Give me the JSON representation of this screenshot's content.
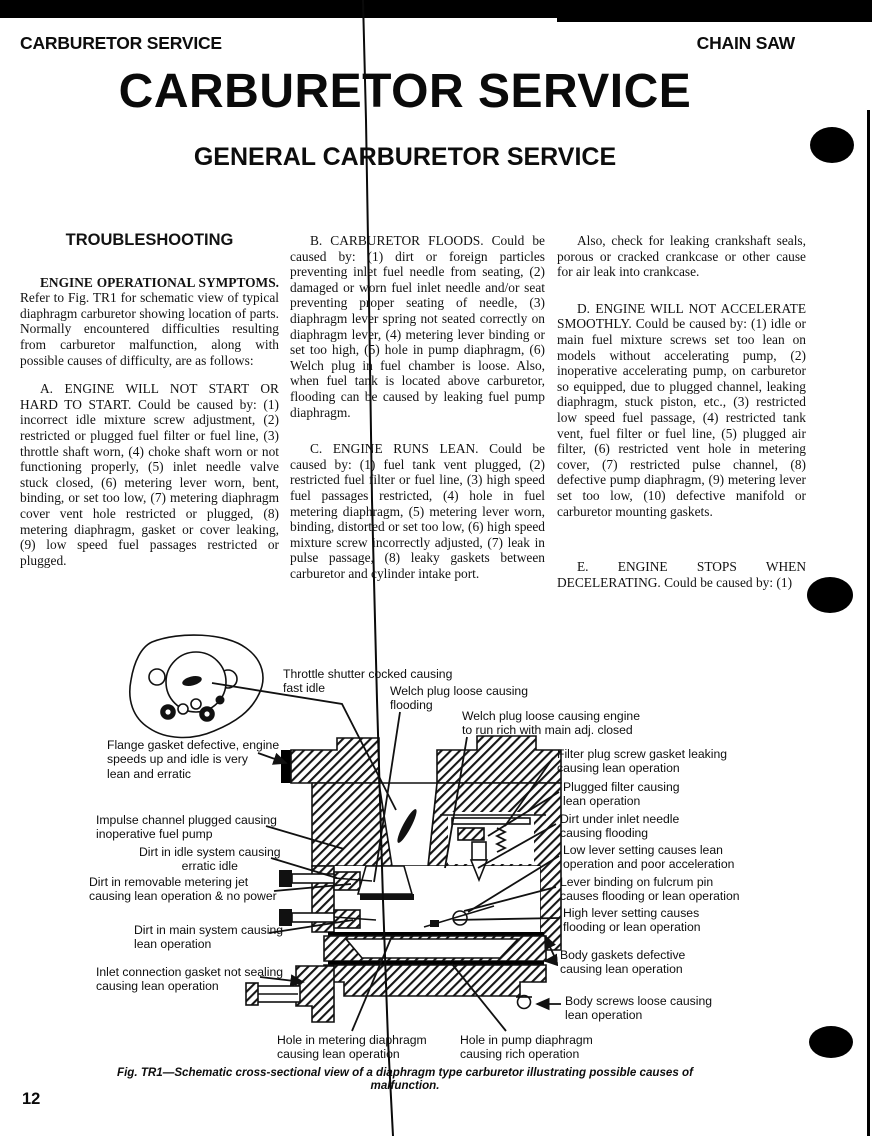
{
  "page": {
    "header_left": "CARBURETOR SERVICE",
    "header_right": "CHAIN SAW",
    "title": "CARBURETOR SERVICE",
    "subtitle": "GENERAL CARBURETOR SERVICE",
    "page_number": "12"
  },
  "troubleshooting": {
    "heading": "TROUBLESHOOTING",
    "intro_lead": "ENGINE OPERATIONAL SYMPTOMS.",
    "intro_rest": " Refer to Fig. TR1 for schematic view of typical diaphragm carburetor showing location of parts. Normally encountered difficulties resulting from carburetor malfunction, along with possible causes of difficulty, are as follows:",
    "section_a": "A. ENGINE WILL NOT START OR HARD TO START. Could be caused by: (1) incorrect idle mixture screw adjustment, (2) restricted or plugged fuel filter or fuel line, (3) throttle shaft worn, (4) choke shaft worn or not functioning properly, (5) inlet needle valve stuck closed, (6) metering lever worn, bent, binding, or set too low, (7) metering diaphragm cover vent hole restricted or plugged, (8) metering diaphragm, gasket or cover leaking, (9) low speed fuel passages restricted or plugged.",
    "section_b": "B. CARBURETOR FLOODS. Could be caused by: (1) dirt or foreign particles preventing inlet fuel needle from seating, (2) damaged or worn fuel inlet needle and/or seat preventing proper seating of needle, (3) diaphragm lever spring not seated correctly on diaphragm lever, (4) metering lever binding or set too high, (5) hole in pump diaphragm, (6) Welch plug in fuel chamber is loose. Also, when fuel tank is located above carburetor, flooding can be caused by leaking fuel pump diaphragm.",
    "section_c": "C. ENGINE RUNS LEAN. Could be caused by: (1) fuel tank vent plugged, (2) restricted fuel filter or fuel line, (3) high speed fuel passages restricted, (4) hole in fuel metering diaphragm, (5) metering lever worn, binding, distorted or set too low, (6) high speed mixture screw incorrectly adjusted, (7) leak in pulse passage, (8) leaky gaskets between carburetor and cylinder intake port.",
    "section_c_cont": "Also, check for leaking crankshaft seals, porous or cracked crankcase or other cause for air leak into crankcase.",
    "section_d": "D. ENGINE WILL NOT ACCELERATE SMOOTHLY. Could be caused by: (1) idle or main fuel mixture screws set too lean on models without accelerating pump, (2) inoperative accelerating pump, on carburetor so equipped, due to plugged channel, leaking diaphragm, stuck piston, etc., (3) restricted low speed fuel passage, (4) restricted tank vent, fuel filter or fuel line, (5) plugged air filter, (6) restricted vent hole in metering cover, (7) restricted pulse channel, (8) defective pump diaphragm, (9) metering lever set too low, (10) defective manifold or carburetor mounting gaskets.",
    "section_e": "E. ENGINE STOPS WHEN DECELERATING. Could be caused by: (1)"
  },
  "figure": {
    "caption": "Fig. TR1—Schematic cross-sectional view of a diaphragm type carburetor illustrating possible causes of malfunction.",
    "labels": [
      {
        "id": "throttle-shutter",
        "text": "Throttle shutter cocked causing\nfast idle"
      },
      {
        "id": "welch-plug-flooding",
        "text": "Welch plug loose causing\nflooding"
      },
      {
        "id": "welch-plug-rich",
        "text": "Welch plug loose causing engine\nto run rich with main adj. closed"
      },
      {
        "id": "flange-gasket",
        "text": "Flange gasket defective, engine\nspeeds up and idle is very\nlean and erratic"
      },
      {
        "id": "impulse-channel",
        "text": "Impulse channel plugged causing\ninoperative fuel pump"
      },
      {
        "id": "dirt-idle-system",
        "text": "Dirt in idle system causing\nerratic idle"
      },
      {
        "id": "dirt-metering-jet",
        "text": "Dirt in removable metering jet\ncausing lean operation & no power"
      },
      {
        "id": "dirt-main-system",
        "text": "Dirt in main system causing\nlean operation"
      },
      {
        "id": "inlet-connection-gasket",
        "text": "Inlet connection gasket not sealing\ncausing lean operation"
      },
      {
        "id": "filter-plug-screw",
        "text": "Filter plug screw gasket leaking\ncausing lean operation"
      },
      {
        "id": "plugged-filter",
        "text": "Plugged filter causing\nlean operation"
      },
      {
        "id": "dirt-under-inlet-needle",
        "text": "Dirt under inlet needle\ncausing flooding"
      },
      {
        "id": "low-lever-setting",
        "text": "Low lever setting causes lean\noperation and poor acceleration"
      },
      {
        "id": "lever-binding",
        "text": "Lever binding on fulcrum pin\ncauses flooding or lean operation"
      },
      {
        "id": "high-lever-setting",
        "text": "High lever setting causes\nflooding or lean operation"
      },
      {
        "id": "body-gaskets",
        "text": "Body gaskets defective\ncausing lean operation"
      },
      {
        "id": "body-screws",
        "text": "Body screws loose causing\nlean operation"
      },
      {
        "id": "hole-metering-diaphragm",
        "text": "Hole in metering diaphragm\ncausing lean operation"
      },
      {
        "id": "hole-pump-diaphragm",
        "text": "Hole in pump diaphragm\ncausing rich operation"
      }
    ]
  }
}
